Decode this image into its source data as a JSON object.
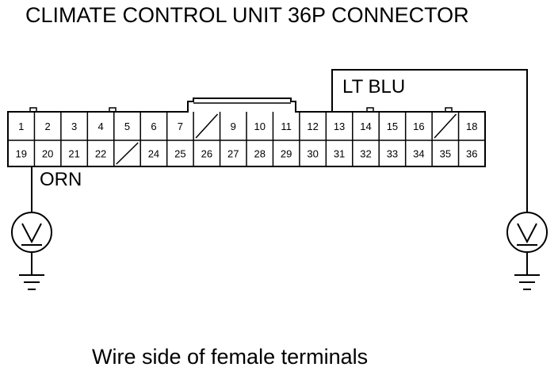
{
  "title": "CLIMATE CONTROL UNIT 36P CONNECTOR",
  "caption": "Wire side of female terminals",
  "connector": {
    "top_row": [
      "1",
      "2",
      "3",
      "4",
      "5",
      "6",
      "7",
      "",
      "9",
      "10",
      "11",
      "12",
      "13",
      "14",
      "15",
      "16",
      "",
      "18"
    ],
    "bottom_row": [
      "19",
      "20",
      "21",
      "22",
      "",
      "24",
      "25",
      "26",
      "27",
      "28",
      "29",
      "30",
      "31",
      "32",
      "33",
      "34",
      "35",
      "36"
    ]
  },
  "wires": {
    "left": {
      "label": "ORN",
      "terminal": "19"
    },
    "right": {
      "label": "LT BLU",
      "terminal": "13"
    }
  },
  "icons": {
    "left_meter": "voltmeter-icon",
    "right_meter": "voltmeter-icon",
    "left_ground": "ground-icon",
    "right_ground": "ground-icon"
  }
}
